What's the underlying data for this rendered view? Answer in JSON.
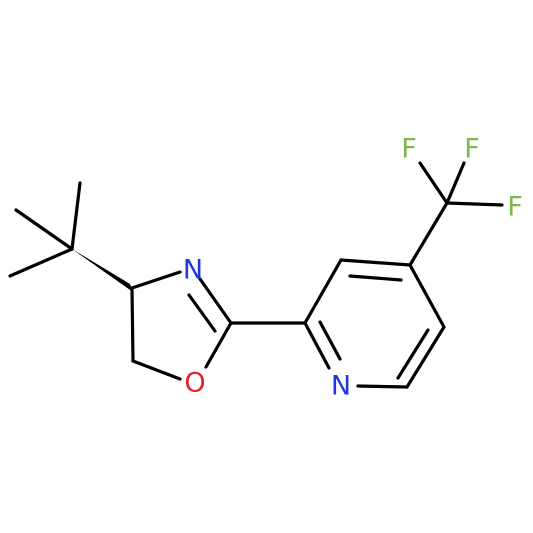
{
  "molecule": {
    "atoms": {
      "n_oxazoline": {
        "symbol": "N",
        "color": "#1f34e6"
      },
      "o_oxazoline": {
        "symbol": "O",
        "color": "#e6202a"
      },
      "n_pyridine": {
        "symbol": "N",
        "color": "#1f34e6"
      },
      "f1": {
        "symbol": "F",
        "color": "#7db84a"
      },
      "f2": {
        "symbol": "F",
        "color": "#7db84a"
      },
      "f3": {
        "symbol": "F",
        "color": "#7db84a"
      }
    },
    "bond_color": "#000000",
    "background": "#ffffff"
  }
}
